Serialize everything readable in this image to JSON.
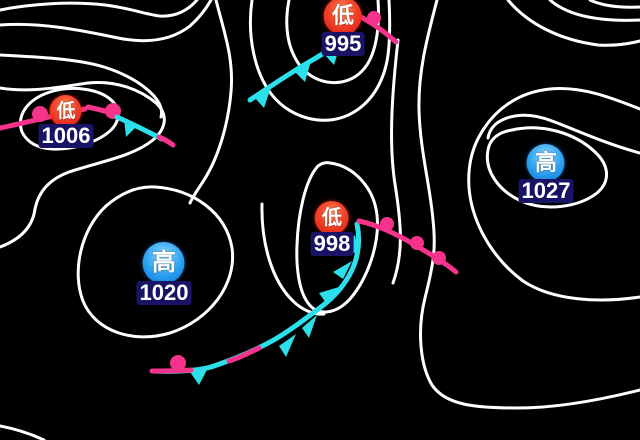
{
  "map": {
    "kind": "surface-pressure-weather-map",
    "colors": {
      "background": "#000000",
      "isobar": "#ffffff",
      "warm_front": "#f5338b",
      "cold_front": "#2be0ea",
      "low_marker": "#e8321e",
      "high_marker": "#1e90e8",
      "value_label_bg": "#1a1566",
      "value_label_text": "#ffffff"
    },
    "pressure_systems": [
      {
        "id": "low-995",
        "type": "low",
        "symbol": "低",
        "value": "995"
      },
      {
        "id": "low-1006",
        "type": "low",
        "symbol": "低",
        "value": "1006"
      },
      {
        "id": "low-998",
        "type": "low",
        "symbol": "低",
        "value": "998"
      },
      {
        "id": "high-1020",
        "type": "high",
        "symbol": "高",
        "value": "1020"
      },
      {
        "id": "high-1027",
        "type": "high",
        "symbol": "高",
        "value": "1027"
      }
    ],
    "fronts": [
      {
        "id": "front-995",
        "types": [
          "cold",
          "warm"
        ]
      },
      {
        "id": "front-1006",
        "types": [
          "warm",
          "cold"
        ]
      },
      {
        "id": "front-998",
        "types": [
          "cold",
          "warm",
          "stationary"
        ]
      }
    ]
  }
}
